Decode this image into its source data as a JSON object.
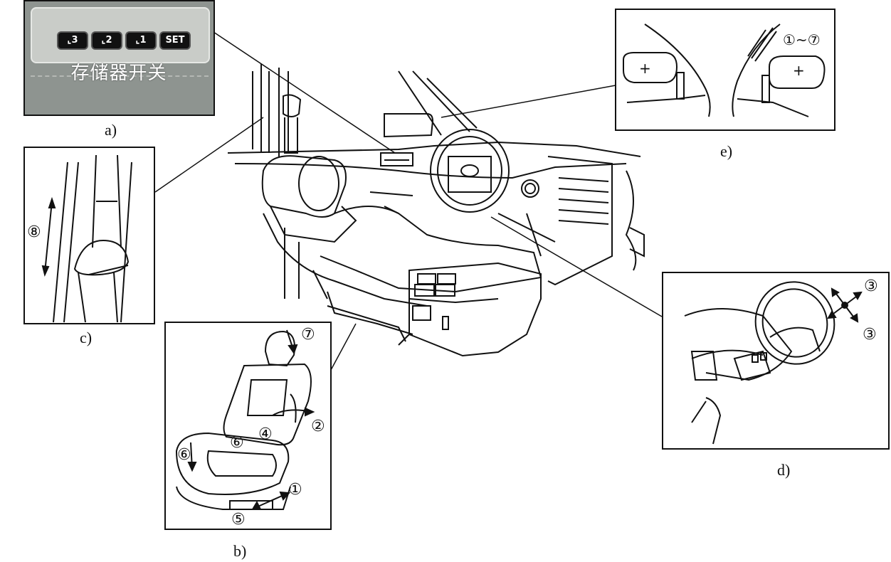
{
  "captions": {
    "a": "a)",
    "b": "b)",
    "c": "c)",
    "d": "d)",
    "e": "e)"
  },
  "panel_a": {
    "caption_text": "存储器开关",
    "buttons": [
      {
        "label": "3",
        "icon": "seat-icon"
      },
      {
        "label": "2",
        "icon": "seat-icon"
      },
      {
        "label": "1",
        "icon": "seat-icon"
      },
      {
        "label": "SET"
      }
    ]
  },
  "panel_b": {
    "callouts": [
      "⑦",
      "②",
      "④",
      "⑥",
      "⑥",
      "①",
      "⑤"
    ]
  },
  "panel_c": {
    "callout": "⑧"
  },
  "panel_d": {
    "callouts": [
      "③",
      "③"
    ]
  },
  "panel_e": {
    "range_label": "①~⑦",
    "plus_left": "+",
    "plus_right": "+"
  },
  "colors": {
    "line": "#111111",
    "photo_bg": "#8e9490",
    "photo_panel": "#c9ccc8"
  }
}
